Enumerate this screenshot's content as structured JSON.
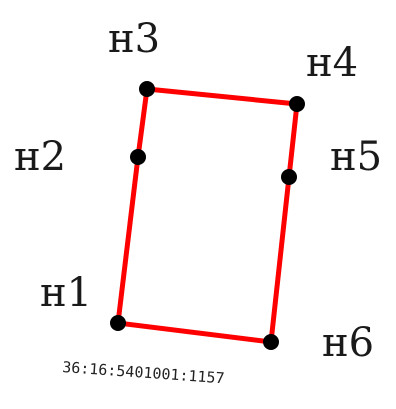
{
  "colors": {
    "boundary": "#ff0000",
    "point": "#000000",
    "text": "#1a1a1a"
  },
  "points": [
    {
      "id": "n1",
      "label": "н1"
    },
    {
      "id": "n2",
      "label": "н2"
    },
    {
      "id": "n3",
      "label": "н3"
    },
    {
      "id": "n4",
      "label": "н4"
    },
    {
      "id": "n5",
      "label": "н5"
    },
    {
      "id": "n6",
      "label": "н6"
    }
  ],
  "cadastral_number": "36:16:5401001:1157"
}
